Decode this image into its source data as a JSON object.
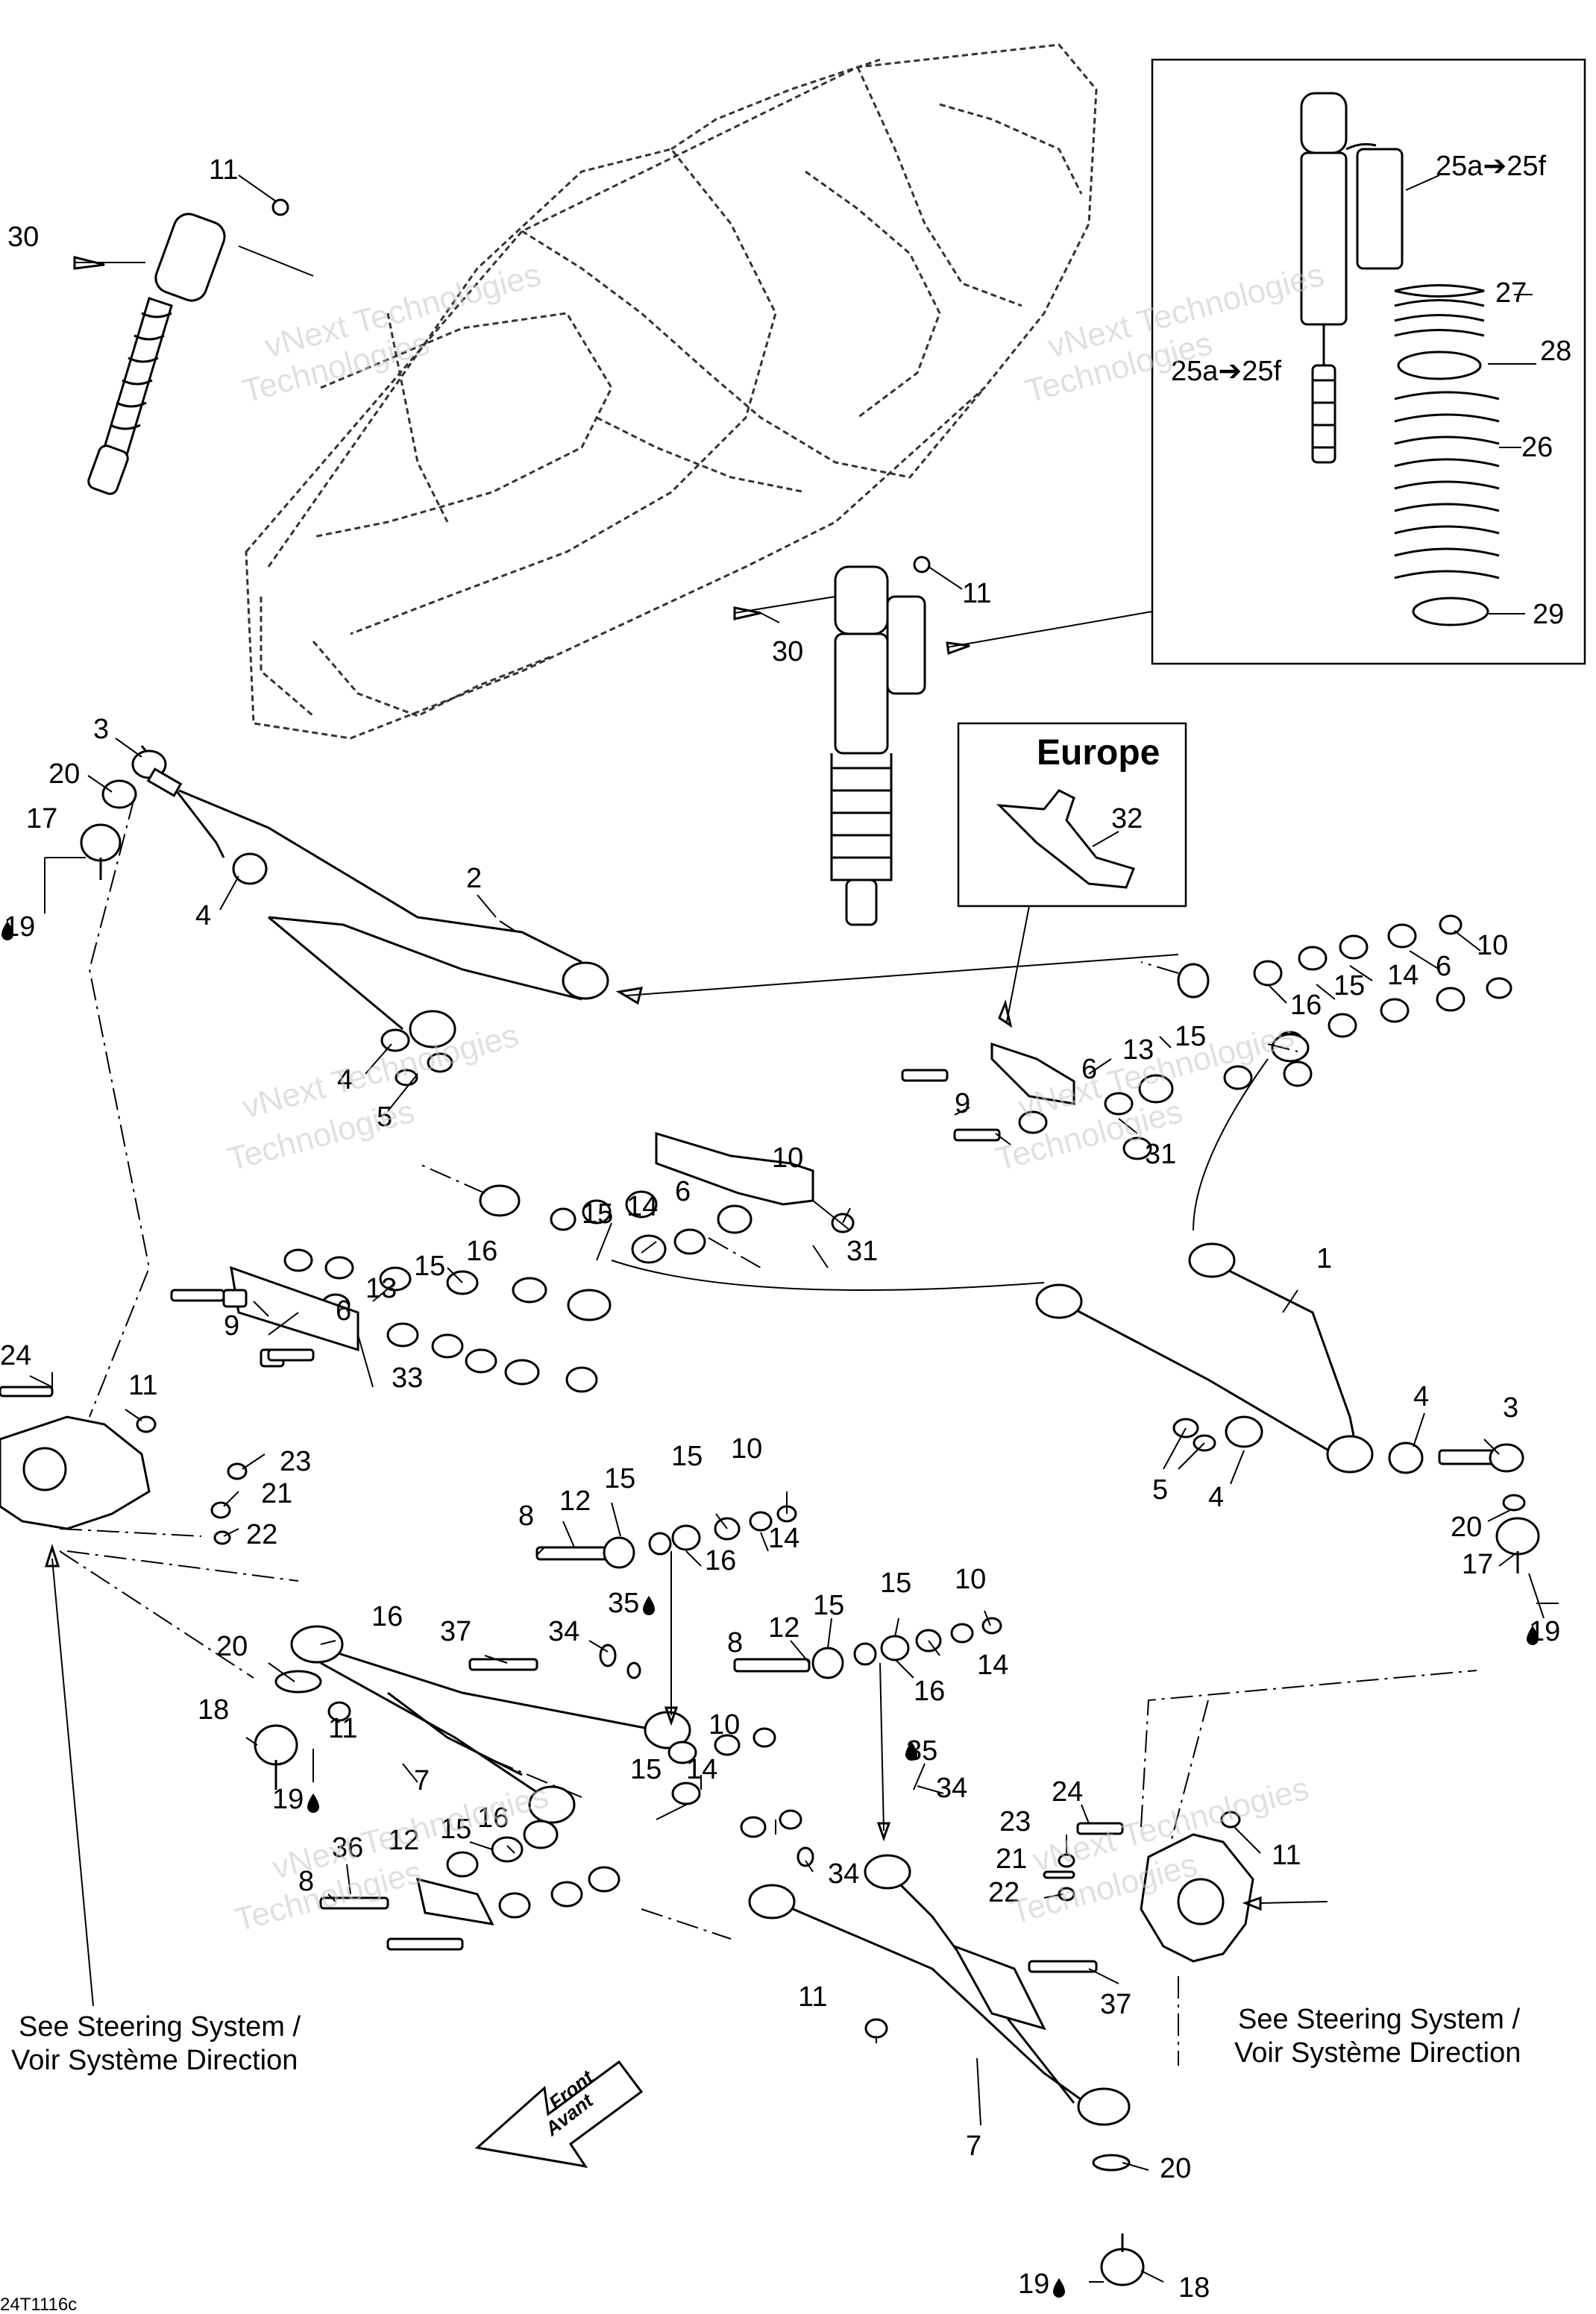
{
  "diagram": {
    "reference_code": "24T1116c",
    "europe_label": "Europe",
    "front_label": "Front",
    "front_label_fr": "Avant",
    "see_steering_left_line1": "See Steering System /",
    "see_steering_left_line2": "Voir Système Direction",
    "see_steering_right_line1": "See Steering System /",
    "see_steering_right_line2": "Voir Système Direction",
    "watermark_line1": "vNext Technologies",
    "watermark_line2": "Technologies"
  },
  "callouts": [
    "11",
    "30",
    "25a➔25f",
    "27",
    "28",
    "25a➔25f",
    "26",
    "29",
    "11",
    "30",
    "3",
    "20",
    "17",
    "19",
    "4",
    "2",
    "Europe",
    "32",
    "10",
    "6",
    "15",
    "14",
    "16",
    "15",
    "13",
    "6",
    "9",
    "31",
    "4",
    "5",
    "10",
    "6",
    "15",
    "14",
    "31",
    "15",
    "16",
    "13",
    "6",
    "9",
    "33",
    "1",
    "4",
    "3",
    "5",
    "4",
    "20",
    "17",
    "19",
    "24",
    "11",
    "23",
    "21",
    "22",
    "10",
    "15",
    "15",
    "12",
    "8",
    "16",
    "14",
    "16",
    "37",
    "34",
    "35",
    "20",
    "18",
    "11",
    "7",
    "19",
    "10",
    "15",
    "15",
    "12",
    "8",
    "16",
    "14",
    "35",
    "34",
    "10",
    "15",
    "14",
    "16",
    "15",
    "12",
    "36",
    "8",
    "34",
    "24",
    "23",
    "21",
    "11",
    "22",
    "11",
    "37",
    "7",
    "20",
    "19",
    "18"
  ]
}
